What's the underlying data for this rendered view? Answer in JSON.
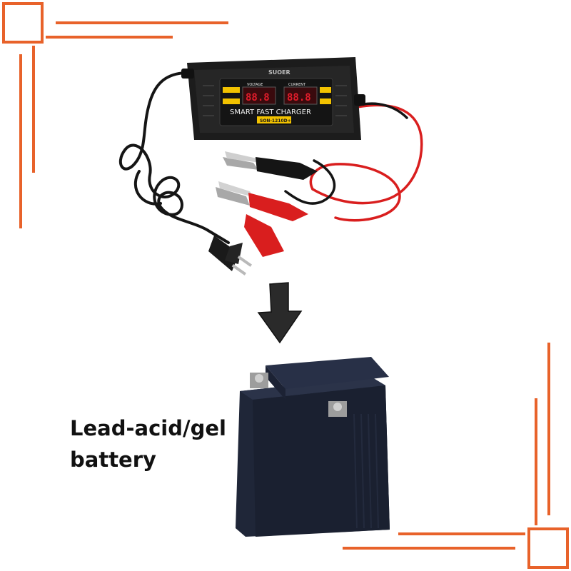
{
  "charger": {
    "brand": "SUOER",
    "name": "SMART FAST CHARGER",
    "model": "SON-1210D+",
    "voltage_label": "VOLTAGE",
    "current_label": "CURRENT",
    "display_value": "88.8"
  },
  "caption": {
    "line1": "Lead-acid/gel",
    "line2": "battery"
  },
  "colors": {
    "frame": "#e8622a",
    "charger_body": "#1c1c1c",
    "display_red": "#e11d2b",
    "label_yellow": "#f2c200",
    "red_wire": "#d91e1e",
    "battery": "#1f2638"
  }
}
